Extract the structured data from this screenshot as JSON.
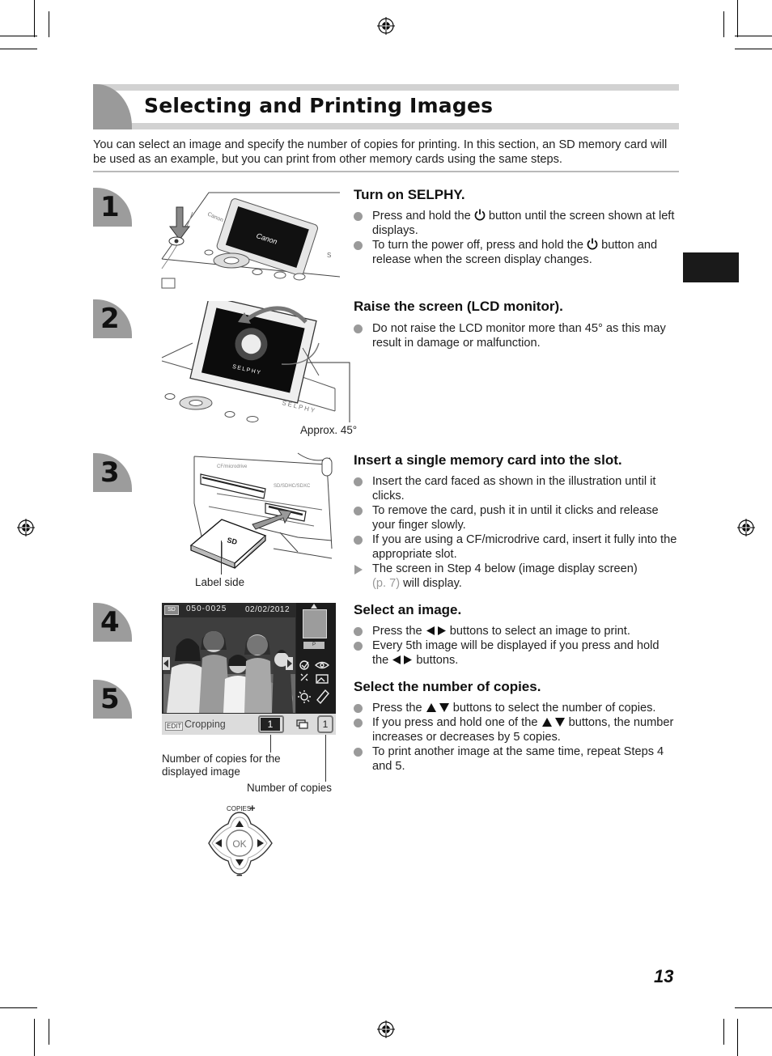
{
  "header": {
    "title": "Selecting and Printing Images",
    "intro": "You can select an image and specify the number of copies for printing. In this section, an SD memory card will be used as an example, but you can print from other memory cards using the same steps."
  },
  "steps": [
    {
      "number": "1",
      "title": "Turn on SELPHY.",
      "bullets": [
        {
          "pre": "Press and hold the",
          "icon": "power-icon",
          "post": "button until the screen shown at left displays."
        },
        {
          "pre": "To turn the power off, press and hold the",
          "icon": "power-icon",
          "post": "button and release when the screen display changes."
        }
      ]
    },
    {
      "number": "2",
      "title": "Raise the screen (LCD monitor).",
      "bullets": [
        "Do not raise the LCD monitor more than 45° as this may result in damage or malfunction."
      ],
      "caption": "Approx. 45°"
    },
    {
      "number": "3",
      "title": "Insert a single memory card into the slot.",
      "bullets": [
        "Insert the card faced as shown in the illustration until it clicks.",
        "To remove the card, push it in until it clicks and release your finger slowly.",
        "If you are using a CF/microdrive card, insert it fully into the appropriate slot."
      ],
      "arrow_item": {
        "text": "The screen in Step 4 below (image display screen)",
        "link": "(p. 7)",
        "post": "will display."
      },
      "caption": "Label side"
    },
    {
      "number": "4",
      "title": "Select an image.",
      "bullets": [
        {
          "pre": "Press the",
          "icon": "left-right-arrows-icon",
          "post": "buttons to select an image to print."
        },
        {
          "pre": "Every 5th image will be displayed if you press and hold the",
          "icon": "left-right-arrows-icon",
          "post": "buttons."
        }
      ]
    },
    {
      "number": "5",
      "title": "Select the number of copies.",
      "bullets": [
        {
          "pre": "Press the",
          "icon": "up-down-arrows-icon",
          "post": "buttons to select the number of copies."
        },
        {
          "pre": "If you press and hold one of the",
          "icon": "up-down-arrows-icon",
          "post": "buttons, the number increases or decreases by 5 copies."
        },
        {
          "pre": "To print another image at the same time, repeat Steps 4 and 5.",
          "icon": "",
          "post": ""
        }
      ],
      "caption_copies_displayed": "Number of copies for the displayed image",
      "caption_copies": "Number of copies"
    }
  ],
  "lcd_screen": {
    "card_badge": "SD",
    "file_number": "050-0025",
    "date": "02/02/2012",
    "edit_label": "EDIT",
    "mode_label": "Cropping",
    "copies_displayed": "1",
    "copies_total": "1",
    "p_label": "P"
  },
  "printer_labels": {
    "brand": "Canon",
    "screen_brand": "Canon",
    "model": "SELPHY",
    "cf_slot": "CF/microdrive",
    "sd_slot": "SD/SDHC/SDXC"
  },
  "dpad": {
    "copies_label": "COPIES",
    "plus": "+",
    "minus": "−",
    "ok": "OK"
  },
  "page_number": "13",
  "colors": {
    "gray_tab": "#9c9c9c",
    "title_bar": "#d2d2d2",
    "side_tab": "#1a1a1a",
    "bullet": "#9a9a9a"
  }
}
